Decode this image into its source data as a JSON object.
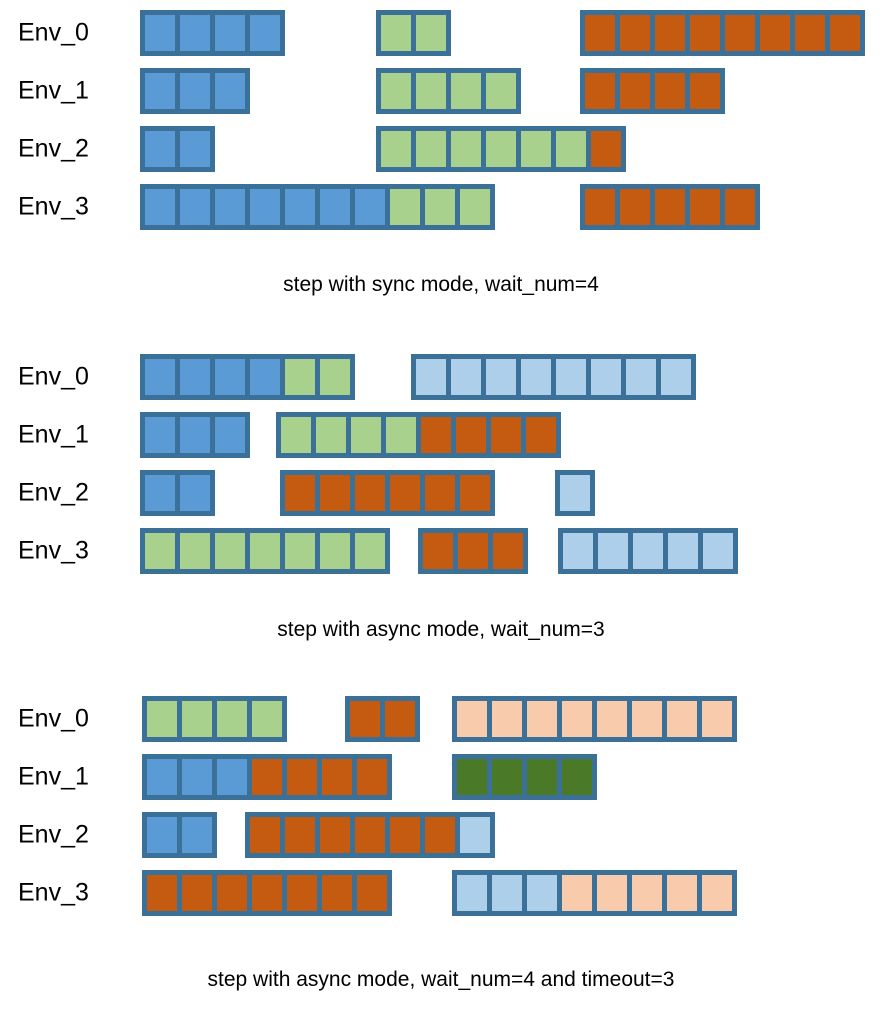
{
  "palette": {
    "frame": "#3b7098",
    "blue": "#5b9bd5",
    "green": "#a9d18e",
    "orange": "#c55a11",
    "light_blue": "#aecfea",
    "peach": "#f8cbad",
    "dark_green": "#4a7a28",
    "background": "#ffffff"
  },
  "diagrams": [
    {
      "id": "sync-mode",
      "caption": "step with sync mode, wait_num=4",
      "rows": [
        {
          "label": "Env_0",
          "groups": [
            {
              "start": 140,
              "cells": [
                "blue",
                "blue",
                "blue",
                "blue"
              ]
            },
            {
              "start": 376,
              "cells": [
                "green",
                "green"
              ]
            },
            {
              "start": 580,
              "cells": [
                "orange",
                "orange",
                "orange",
                "orange",
                "orange",
                "orange",
                "orange",
                "orange"
              ]
            }
          ]
        },
        {
          "label": "Env_1",
          "groups": [
            {
              "start": 140,
              "cells": [
                "blue",
                "blue",
                "blue"
              ]
            },
            {
              "start": 376,
              "cells": [
                "green",
                "green",
                "green",
                "green"
              ]
            },
            {
              "start": 580,
              "cells": [
                "orange",
                "orange",
                "orange",
                "orange"
              ]
            }
          ]
        },
        {
          "label": "Env_2",
          "groups": [
            {
              "start": 140,
              "cells": [
                "blue",
                "blue"
              ]
            },
            {
              "start": 376,
              "cells": [
                "green",
                "green",
                "green",
                "green",
                "green",
                "green",
                "orange"
              ]
            }
          ]
        },
        {
          "label": "Env_3",
          "groups": [
            {
              "start": 140,
              "cells": [
                "blue",
                "blue",
                "blue",
                "blue",
                "blue",
                "blue",
                "blue",
                "green",
                "green",
                "green"
              ]
            },
            {
              "start": 580,
              "cells": [
                "orange",
                "orange",
                "orange",
                "orange",
                "orange"
              ]
            }
          ]
        }
      ]
    },
    {
      "id": "async-mode-wait3",
      "caption": "step with async mode, wait_num=3",
      "rows": [
        {
          "label": "Env_0",
          "groups": [
            {
              "start": 140,
              "cells": [
                "blue",
                "blue",
                "blue",
                "blue",
                "green",
                "green"
              ]
            },
            {
              "start": 411,
              "cells": [
                "light_blue",
                "light_blue",
                "light_blue",
                "light_blue",
                "light_blue",
                "light_blue",
                "light_blue",
                "light_blue"
              ]
            }
          ]
        },
        {
          "label": "Env_1",
          "groups": [
            {
              "start": 140,
              "cells": [
                "blue",
                "blue",
                "blue"
              ]
            },
            {
              "start": 276,
              "cells": [
                "green",
                "green",
                "green",
                "green",
                "orange",
                "orange",
                "orange",
                "orange"
              ]
            }
          ]
        },
        {
          "label": "Env_2",
          "groups": [
            {
              "start": 140,
              "cells": [
                "blue",
                "blue"
              ]
            },
            {
              "start": 280,
              "cells": [
                "orange",
                "orange",
                "orange",
                "orange",
                "orange",
                "orange"
              ]
            },
            {
              "start": 555,
              "cells": [
                "light_blue"
              ]
            }
          ]
        },
        {
          "label": "Env_3",
          "groups": [
            {
              "start": 140,
              "cells": [
                "green",
                "green",
                "green",
                "green",
                "green",
                "green",
                "green"
              ]
            },
            {
              "start": 418,
              "cells": [
                "orange",
                "orange",
                "orange"
              ]
            },
            {
              "start": 558,
              "cells": [
                "light_blue",
                "light_blue",
                "light_blue",
                "light_blue",
                "light_blue"
              ]
            }
          ]
        }
      ]
    },
    {
      "id": "async-mode-wait4-timeout3",
      "caption": "step with async mode, wait_num=4 and timeout=3",
      "rows": [
        {
          "label": "Env_0",
          "groups": [
            {
              "start": 142,
              "cells": [
                "green",
                "green",
                "green",
                "green"
              ]
            },
            {
              "start": 345,
              "cells": [
                "orange",
                "orange"
              ]
            },
            {
              "start": 452,
              "cells": [
                "peach",
                "peach",
                "peach",
                "peach",
                "peach",
                "peach",
                "peach",
                "peach"
              ]
            }
          ]
        },
        {
          "label": "Env_1",
          "groups": [
            {
              "start": 142,
              "cells": [
                "blue",
                "blue",
                "blue",
                "orange",
                "orange",
                "orange",
                "orange"
              ]
            },
            {
              "start": 452,
              "cells": [
                "dark_green",
                "dark_green",
                "dark_green",
                "dark_green"
              ]
            }
          ]
        },
        {
          "label": "Env_2",
          "groups": [
            {
              "start": 142,
              "cells": [
                "blue",
                "blue"
              ]
            },
            {
              "start": 245,
              "cells": [
                "orange",
                "orange",
                "orange",
                "orange",
                "orange",
                "orange",
                "light_blue"
              ]
            }
          ]
        },
        {
          "label": "Env_3",
          "groups": [
            {
              "start": 142,
              "cells": [
                "orange",
                "orange",
                "orange",
                "orange",
                "orange",
                "orange",
                "orange"
              ]
            },
            {
              "start": 452,
              "cells": [
                "light_blue",
                "light_blue",
                "light_blue",
                "peach",
                "peach",
                "peach",
                "peach",
                "peach"
              ]
            }
          ]
        }
      ]
    }
  ]
}
